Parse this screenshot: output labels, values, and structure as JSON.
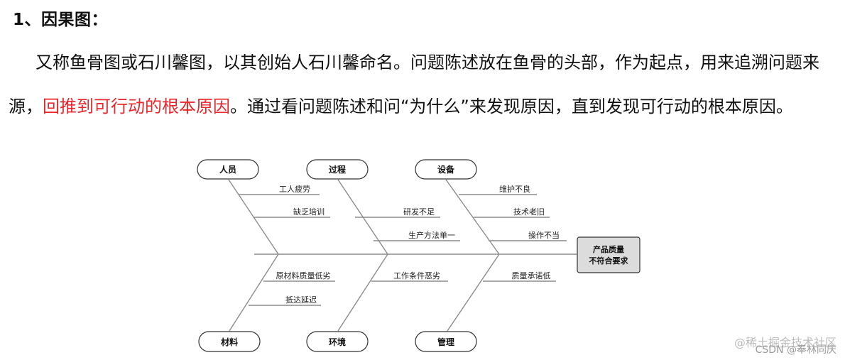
{
  "heading": "1、因果图：",
  "paragraph": {
    "part1": "又称鱼骨图或石川馨图，以其创始人石川馨命名。问题陈述放在鱼骨的头部，作为起点，用来追溯问题来源，",
    "highlight": "回推到可行动的根本原因",
    "part2": "。通过看问题陈述和问“为什么”来发现原因，直到发现可行动的根本原因。"
  },
  "colors": {
    "highlight": "#e8262b",
    "line": "#8c8c8c",
    "effect_box": "#dcdcdc"
  },
  "diagram": {
    "effect": [
      "产品质量",
      "不符合要求"
    ],
    "top_categories": [
      {
        "label": "人员",
        "causes": [
          "工人疲劳",
          "缺乏培训"
        ]
      },
      {
        "label": "过程",
        "causes": [
          "研发不足",
          "生产方法单一"
        ]
      },
      {
        "label": "设备",
        "causes": [
          "维护不良",
          "技术老旧",
          "操作不当"
        ]
      }
    ],
    "bottom_categories": [
      {
        "label": "材料",
        "causes": [
          "原材料质量低劣",
          "抵达延迟"
        ]
      },
      {
        "label": "环境",
        "causes": [
          "工作条件恶劣"
        ]
      },
      {
        "label": "管理",
        "causes": [
          "质量承诺低"
        ]
      }
    ]
  },
  "watermark": {
    "line1": "@稀土掘金技术社区",
    "line2": "CSDN @奉林同庆"
  }
}
